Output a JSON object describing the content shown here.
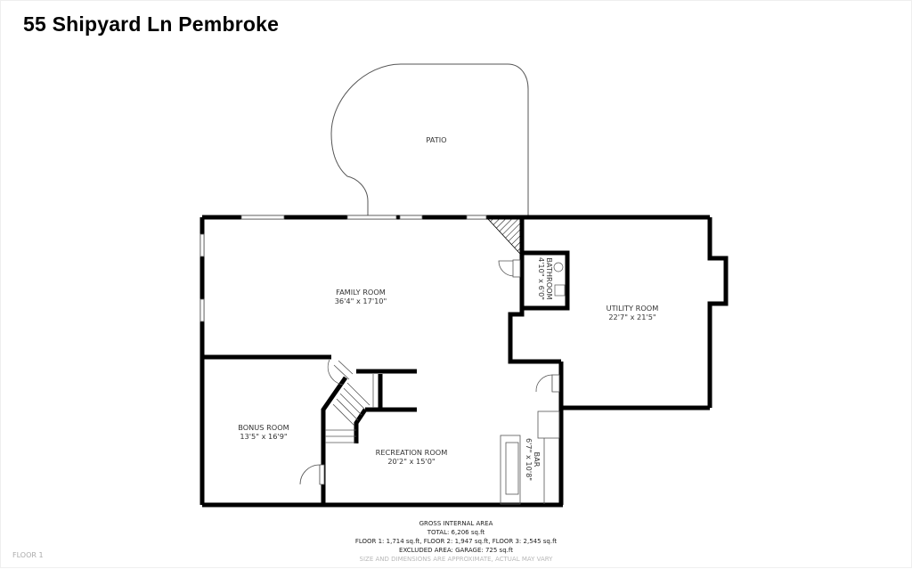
{
  "header": {
    "title": "55 Shipyard Ln Pembroke"
  },
  "rooms": {
    "patio": {
      "name": "PATIO"
    },
    "family_room": {
      "name": "FAMILY ROOM",
      "dimensions": "36'4\" x 17'10\""
    },
    "bathroom": {
      "name": "BATHROOM",
      "dimensions": "4'10\" x 6'0\""
    },
    "utility_room": {
      "name": "UTILITY ROOM",
      "dimensions": "22'7\" x 21'5\""
    },
    "bonus_room": {
      "name": "BONUS ROOM",
      "dimensions": "13'5\" x 16'9\""
    },
    "recreation_room": {
      "name": "RECREATION ROOM",
      "dimensions": "20'2\" x 15'0\""
    },
    "bar": {
      "name": "BAR",
      "dimensions": "6'7\" x 10'8\""
    }
  },
  "area_summary": {
    "heading": "GROSS INTERNAL AREA",
    "total": "TOTAL: 6,206 sq.ft",
    "floors": "FLOOR 1: 1,714 sq.ft, FLOOR 2: 1,947 sq.ft, FLOOR 3: 2,545 sq.ft",
    "excluded": "EXCLUDED AREA: GARAGE: 725 sq.ft",
    "disclaimer": "SIZE AND DIMENSIONS ARE APPROXIMATE, ACTUAL MAY VARY"
  },
  "footer": {
    "floor_label": "FLOOR 1"
  },
  "colors": {
    "wall": "#000000",
    "outline": "#555555",
    "text": "#333333",
    "muted_text": "#aaaaaa"
  }
}
